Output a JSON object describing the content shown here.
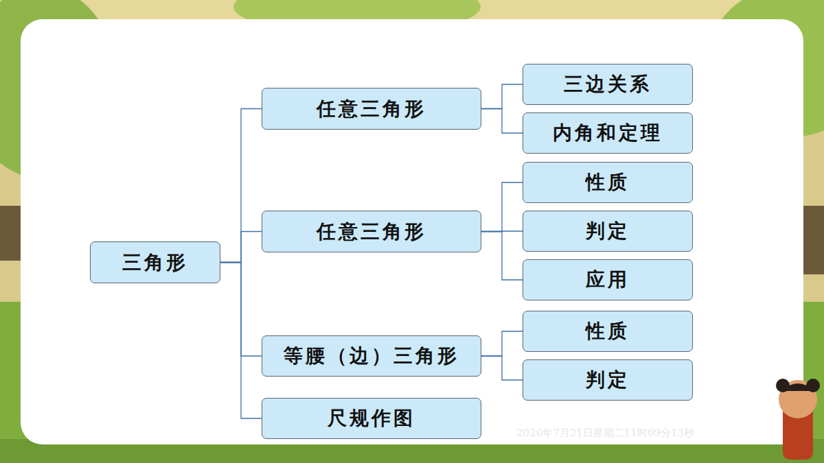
{
  "diagram": {
    "nodes": [
      {
        "text": [
          "三角形"
        ]
      },
      {
        "text": [
          "任意三角形"
        ]
      },
      {
        "text": [
          "三边关系"
        ]
      },
      {
        "text": [
          "内角和定理"
        ]
      },
      {
        "text": [
          "任意三角形"
        ]
      },
      {
        "text": [
          "性质"
        ]
      },
      {
        "text": [
          "判定"
        ]
      },
      {
        "text": [
          "应用"
        ]
      },
      {
        "text": [
          "等腰（边）三角形"
        ]
      },
      {
        "text": [
          "性质"
        ]
      },
      {
        "text": [
          "判定"
        ]
      },
      {
        "text": [
          "尺规作图"
        ]
      }
    ],
    "edges": [
      {
        "from": 0,
        "to": 1,
        "arrow": "none"
      },
      {
        "from": 0,
        "to": 4,
        "arrow": "none"
      },
      {
        "from": 0,
        "to": 8,
        "arrow": "none"
      },
      {
        "from": 0,
        "to": 11,
        "arrow": "none"
      },
      {
        "from": 1,
        "to": 2,
        "arrow": "none"
      },
      {
        "from": 1,
        "to": 3,
        "arrow": "none"
      },
      {
        "from": 4,
        "to": 5,
        "arrow": "none"
      },
      {
        "from": 4,
        "to": 6,
        "arrow": "none"
      },
      {
        "from": 4,
        "to": 7,
        "arrow": "none"
      },
      {
        "from": 8,
        "to": 9,
        "arrow": "none"
      },
      {
        "from": 8,
        "to": 10,
        "arrow": "none"
      }
    ],
    "labels": [
      "2026年7月21日星期二11时09分13秒"
    ]
  }
}
